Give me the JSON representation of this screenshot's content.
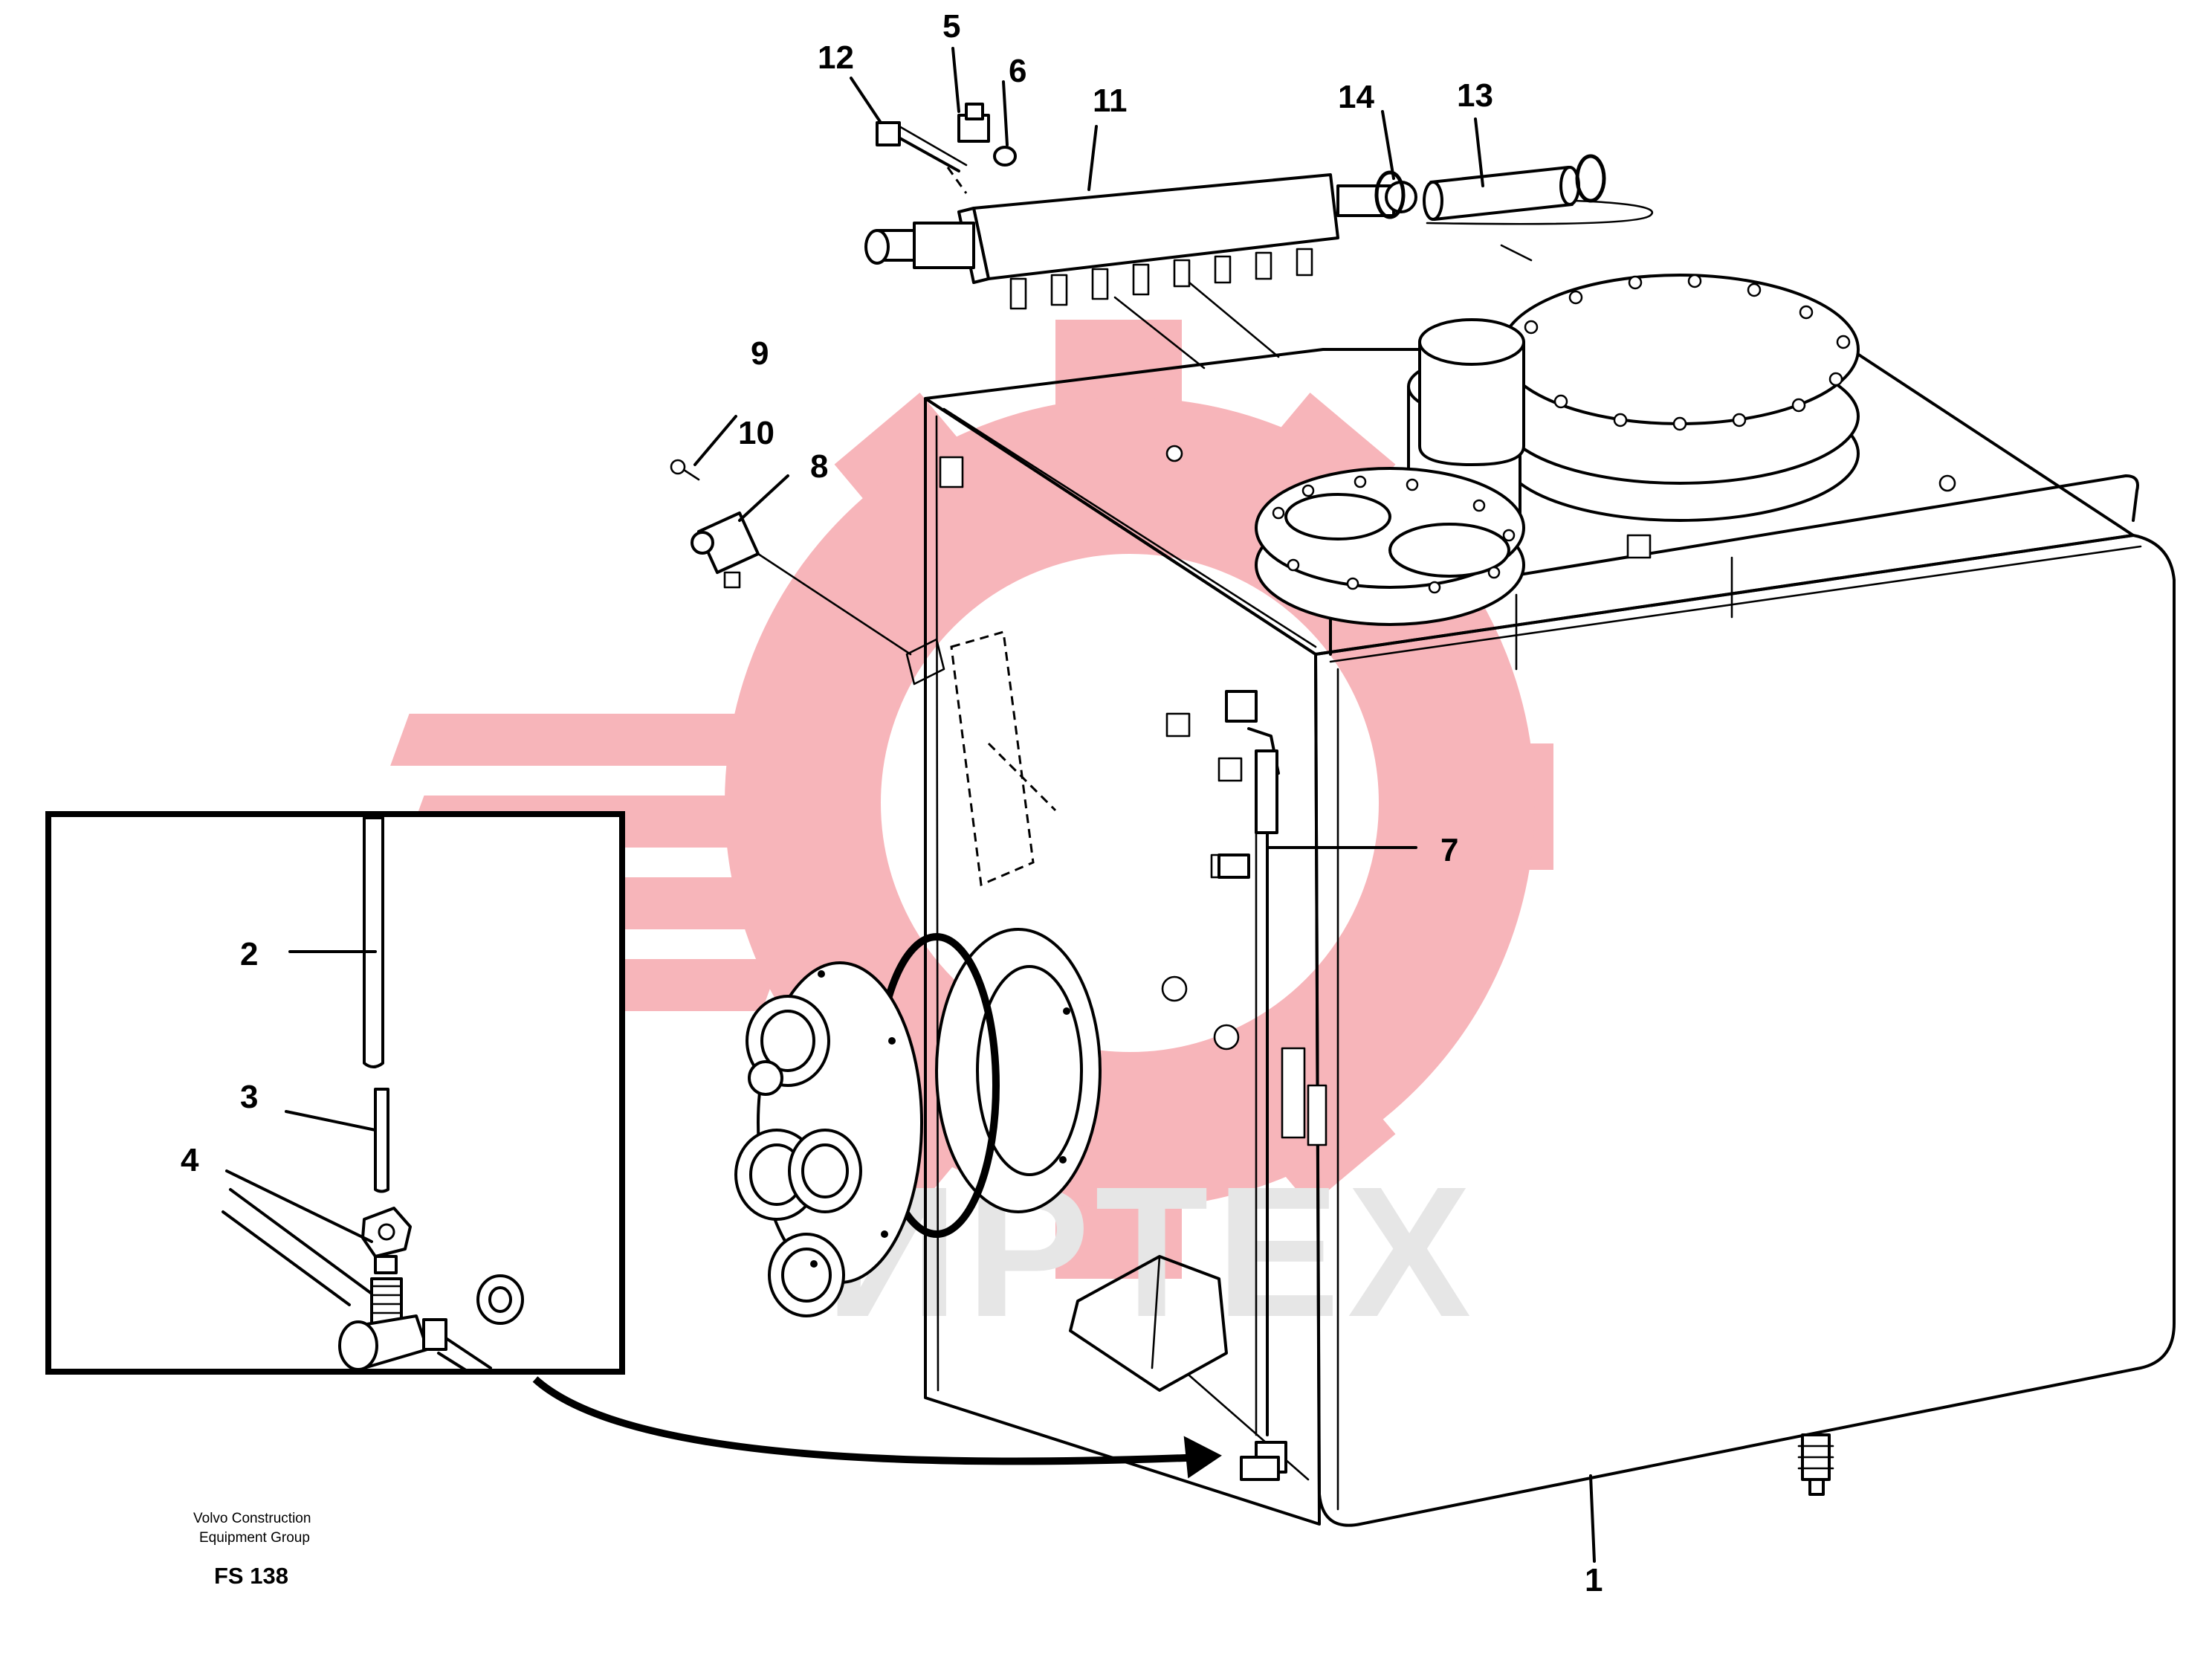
{
  "callouts": {
    "c1": "1",
    "c2": "2",
    "c3": "3",
    "c4": "4",
    "c5": "5",
    "c6": "6",
    "c7": "7",
    "c8": "8",
    "c9": "9",
    "c10": "10",
    "c11": "11",
    "c12": "12",
    "c13": "13",
    "c14": "14"
  },
  "footer": {
    "company_line1": "Volvo Construction",
    "company_line2": "Equipment Group",
    "figure_code": "FS 138"
  },
  "watermark": {
    "text": "ИРТЕХ",
    "gear_color": "#f6a8ae",
    "text_color": "#e2e2e2"
  }
}
